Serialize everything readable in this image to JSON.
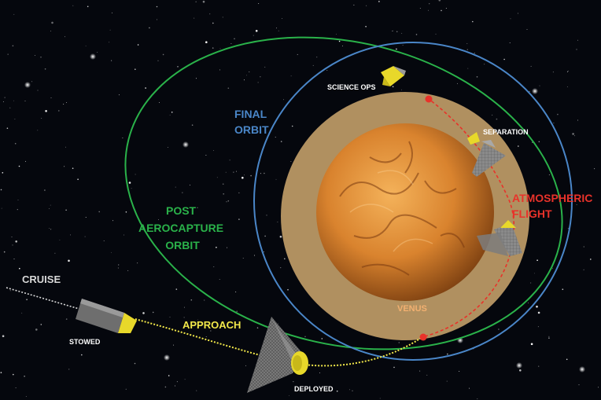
{
  "labels": {
    "cruise": "CRUISE",
    "stowed": "STOWED",
    "approach": "APPROACH",
    "deployed": "DEPLOYED",
    "post_aerocapture": [
      "POST",
      "AEROCAPTURE",
      "ORBIT"
    ],
    "final_orbit": [
      "FINAL",
      "ORBIT"
    ],
    "science_ops": "SCIENCE OPS",
    "separation": "SEPARATION",
    "atmospheric_flight": [
      "ATMOSPHERIC",
      "FLIGHT"
    ],
    "venus": "VENUS"
  },
  "colors": {
    "space": "#05070d",
    "atmosphere": "#b09060",
    "planet_core": "#e0923a",
    "planet_edge": "#8a4a14",
    "post_orbit": "#2ab24a",
    "final_orbit": "#4a86c8",
    "approach": "#f2e84a",
    "cruise": "#d8d8d8",
    "atmospheric": "#e8322a",
    "shield": "#e8d82a",
    "body": "#6e6e6e"
  },
  "icons": {
    "spacecraft": "spacecraft-icon",
    "drag_skirt": "deployed-drag-skirt-icon",
    "event_marker": "event-marker-icon"
  }
}
